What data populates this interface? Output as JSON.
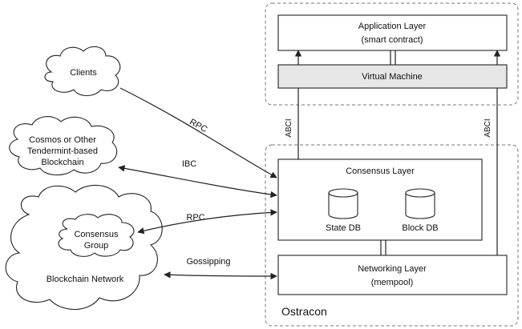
{
  "nodes": {
    "app_layer": {
      "title": "Application Layer",
      "subtitle": "(smart contract)"
    },
    "virtual_machine": {
      "label": "Virtual Machine"
    },
    "consensus_layer": {
      "label": "Consensus Layer"
    },
    "state_db": {
      "label": "State DB"
    },
    "block_db": {
      "label": "Block DB"
    },
    "networking_layer": {
      "title": "Networking Layer",
      "subtitle": "(mempool)"
    },
    "ostracon": {
      "label": "Ostracon"
    },
    "clients": {
      "label": "Clients"
    },
    "cosmos": {
      "line1": "Cosmos or Other",
      "line2": "Tendermint-based",
      "line3": "Blockchain"
    },
    "blockchain_network": {
      "label": "Blockchain Network"
    },
    "consensus_group": {
      "line1": "Consensus",
      "line2": "Group"
    }
  },
  "edges": {
    "abci_left": "ABCI",
    "abci_right": "ABCI",
    "rpc_clients": "RPC",
    "ibc": "IBC",
    "rpc_consensus_group": "RPC",
    "gossipping": "Gossipping"
  },
  "colors": {
    "stroke": "#222222",
    "vm_fill": "#e6e6e6",
    "group_border": "#777777"
  }
}
